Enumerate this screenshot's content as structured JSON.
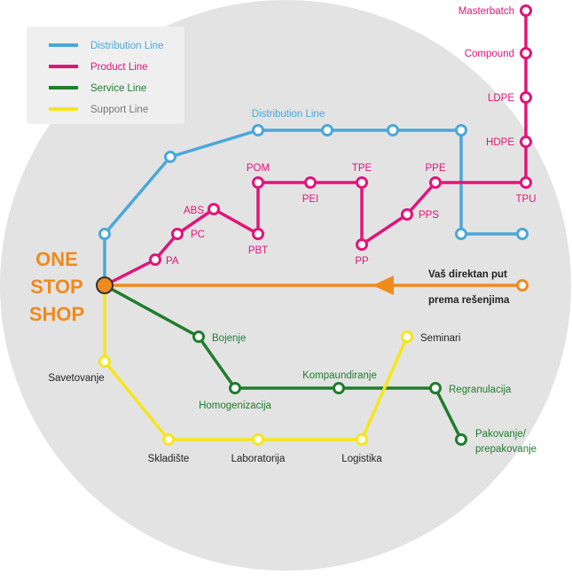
{
  "colors": {
    "distribution": "#4aa8d8",
    "product": "#e0157a",
    "service": "#1f7d2e",
    "support": "#f5e61a",
    "orange": "#f08a1c",
    "background": "#e3e3e3",
    "dark": "#222222"
  },
  "legend": {
    "items": [
      {
        "label": "Distribution Line",
        "color_key": "distribution"
      },
      {
        "label": "Product Line",
        "color_key": "product"
      },
      {
        "label": "Service Line",
        "color_key": "service"
      },
      {
        "label": "Support Line",
        "color_key": "support",
        "text_color": "#777777"
      }
    ]
  },
  "hub": {
    "title_line1": "ONE",
    "title_line2": "STOP",
    "title_line3": "SHOP"
  },
  "lines": {
    "distribution_label": "Distribution Line",
    "orange_label_line1": "Vaš direktan put",
    "orange_label_line2": "prema rešenjima"
  },
  "stations": {
    "product": [
      "PA",
      "PC",
      "ABS",
      "PBT",
      "POM",
      "PEI",
      "TPE",
      "PP",
      "PPS",
      "PPE",
      "TPU",
      "HDPE",
      "LDPE",
      "Compound",
      "Masterbatch"
    ],
    "service": [
      "Bojenje",
      "Homogenizacija",
      "Kompaundiranje",
      "Regranulacija",
      "Pakovanje/",
      "prepakovanje"
    ],
    "support": [
      "Savetovanje",
      "Skladište",
      "Laboratorija",
      "Logistika",
      "Seminari"
    ]
  }
}
